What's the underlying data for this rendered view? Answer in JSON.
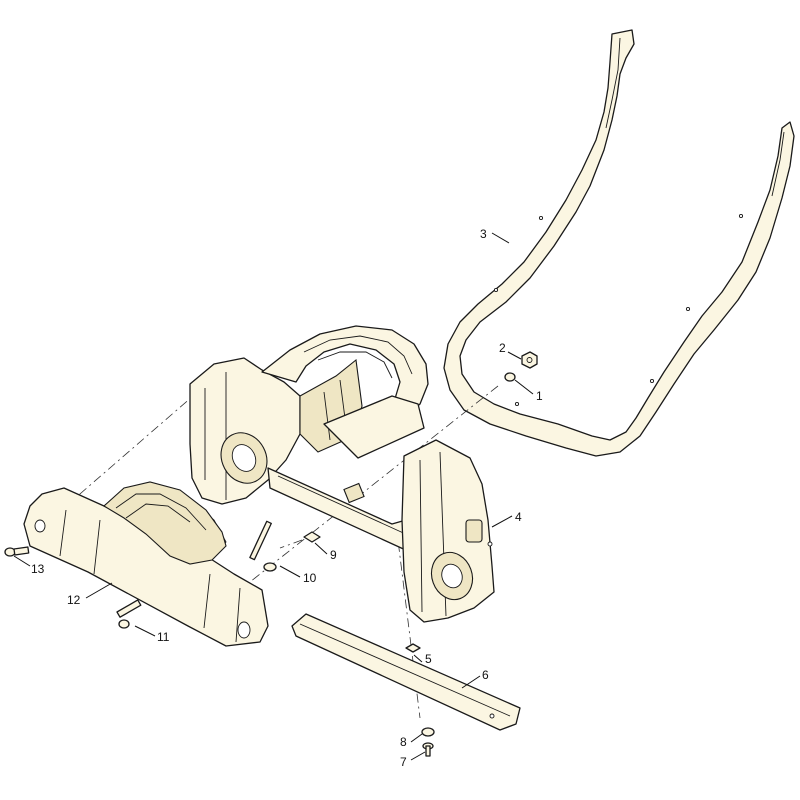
{
  "diagram": {
    "callouts": [
      {
        "id": "c1",
        "label": "1"
      },
      {
        "id": "c2",
        "label": "2"
      },
      {
        "id": "c3",
        "label": "3"
      },
      {
        "id": "c4",
        "label": "4"
      },
      {
        "id": "c5",
        "label": "5"
      },
      {
        "id": "c6",
        "label": "6"
      },
      {
        "id": "c7",
        "label": "7"
      },
      {
        "id": "c8",
        "label": "8"
      },
      {
        "id": "c9",
        "label": "9"
      },
      {
        "id": "c10",
        "label": "10"
      },
      {
        "id": "c11",
        "label": "11"
      },
      {
        "id": "c12",
        "label": "12"
      },
      {
        "id": "c13",
        "label": "13"
      }
    ],
    "colors": {
      "part_fill": "#fbf6e2",
      "line": "#1a1a1a",
      "background": "#ffffff"
    }
  }
}
